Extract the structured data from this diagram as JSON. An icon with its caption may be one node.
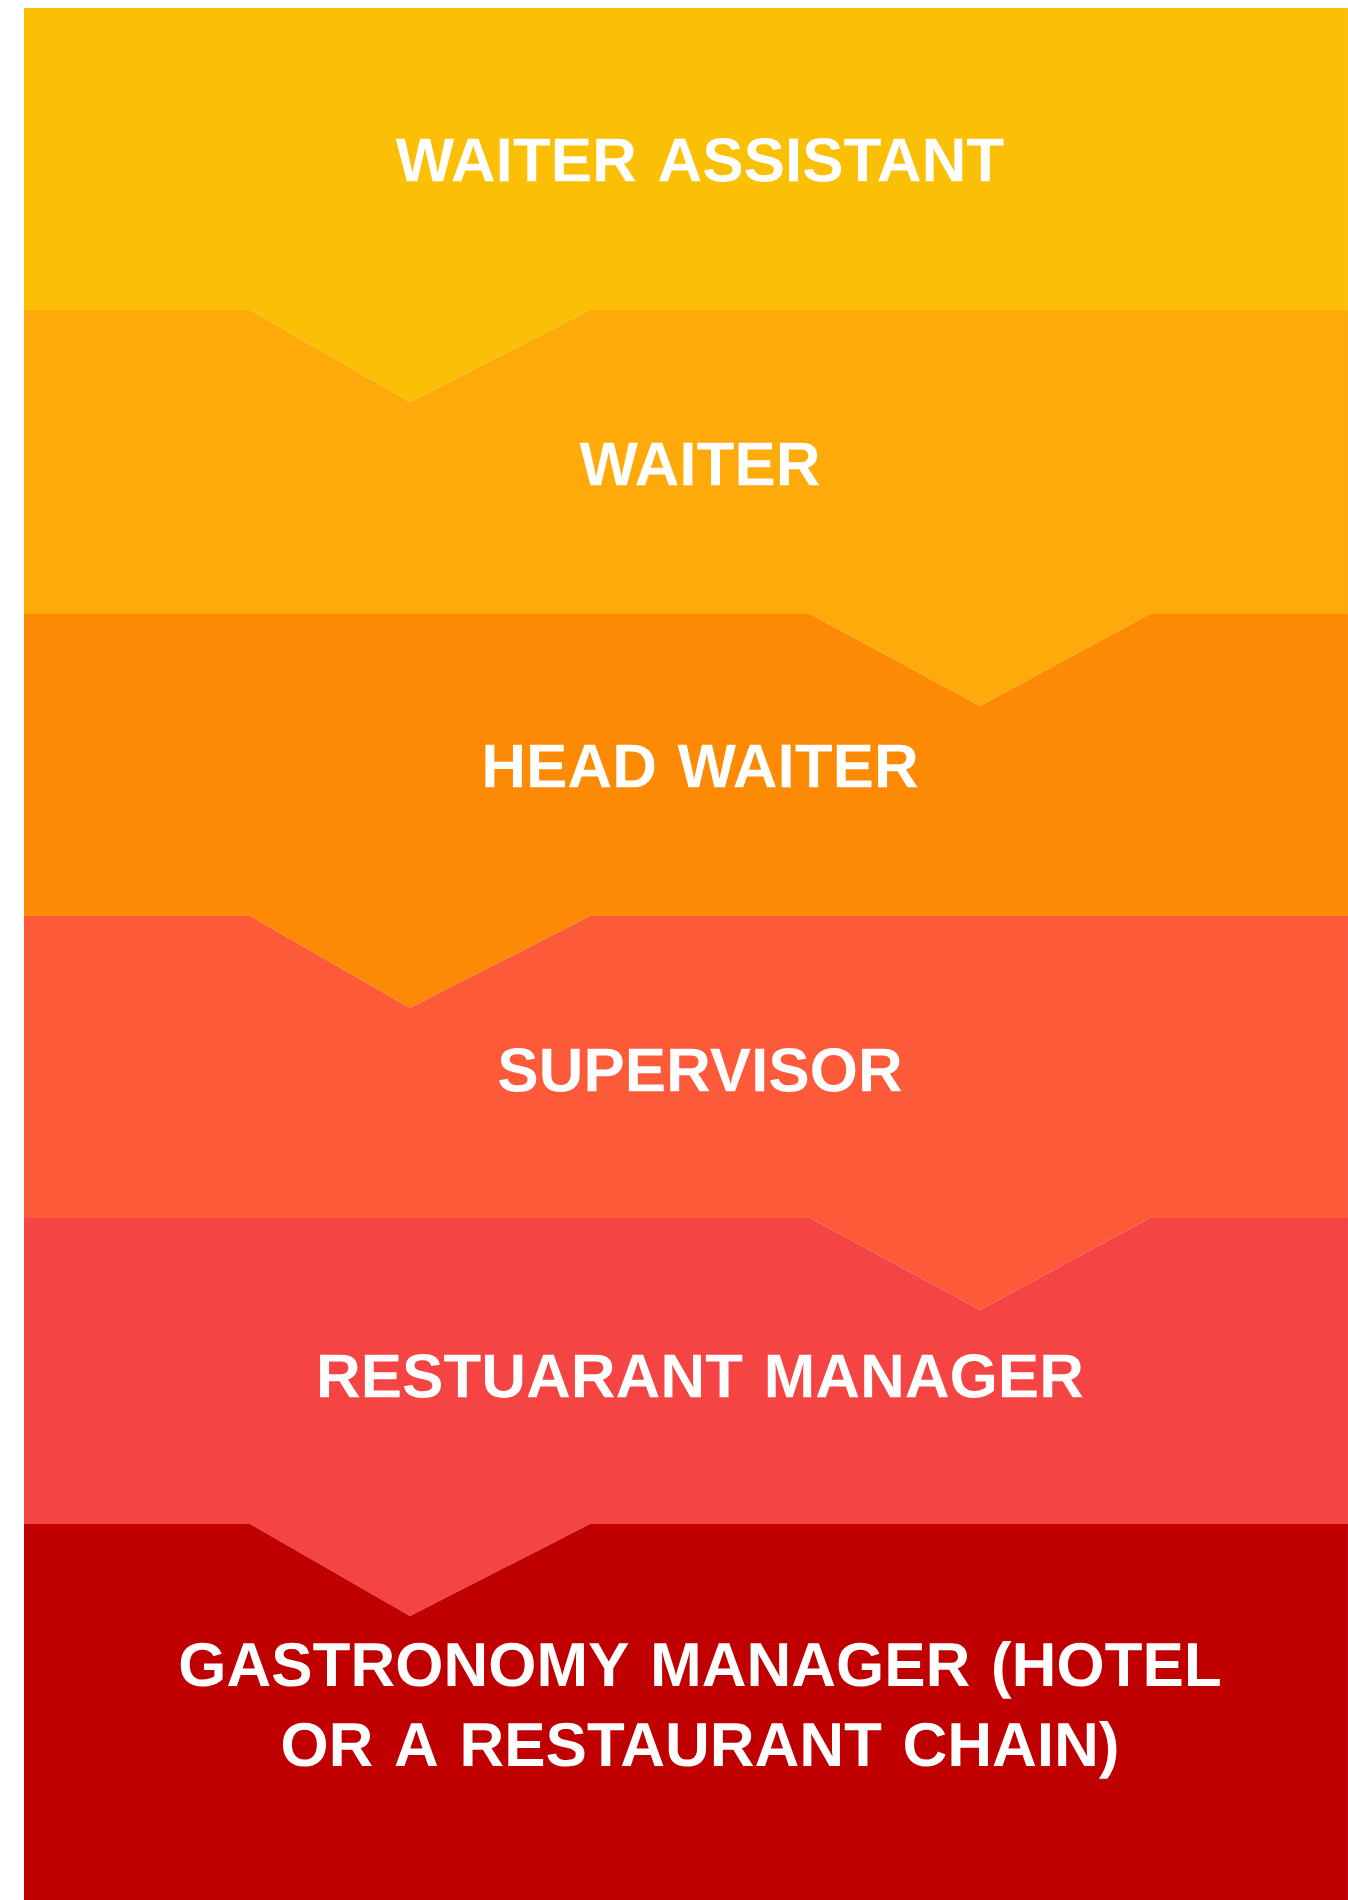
{
  "diagram": {
    "nodes": [
      {
        "text": [
          "WAITER ASSISTANT"
        ]
      },
      {
        "text": [
          "WAITER"
        ]
      },
      {
        "text": [
          "HEAD WAITER"
        ]
      },
      {
        "text": [
          "SUPERVISOR"
        ]
      },
      {
        "text": [
          "RESTUARANT MANAGER"
        ]
      },
      {
        "text": [
          "GASTRONOMY MANAGER (HOTEL OR A RESTAURANT CHAIN)"
        ]
      }
    ]
  }
}
